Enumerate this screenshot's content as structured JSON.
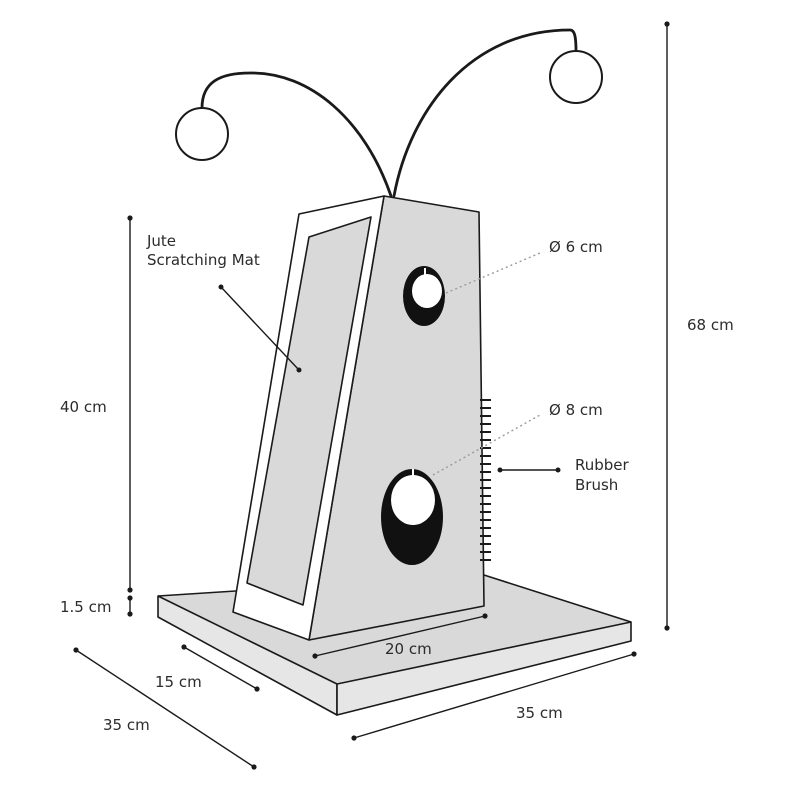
{
  "labels": {
    "jute_mat_line1": "Jute",
    "jute_mat_line2": "Scratching Mat",
    "hole_small": "Ø 6 cm",
    "hole_large": "Ø 8 cm",
    "rubber_line1": "Rubber",
    "rubber_line2": "Brush",
    "height_total": "68 cm",
    "height_post": "40 cm",
    "base_thickness": "1.5 cm",
    "post_width": "20 cm",
    "post_depth": "15 cm",
    "base_depth": "35 cm",
    "base_width": "35 cm"
  },
  "colors": {
    "outline": "#1a1a1a",
    "fill": "#d9d9d9",
    "base_side": "#e6e6e6",
    "hole": "#111111",
    "dotted": "#9a9a9a"
  }
}
